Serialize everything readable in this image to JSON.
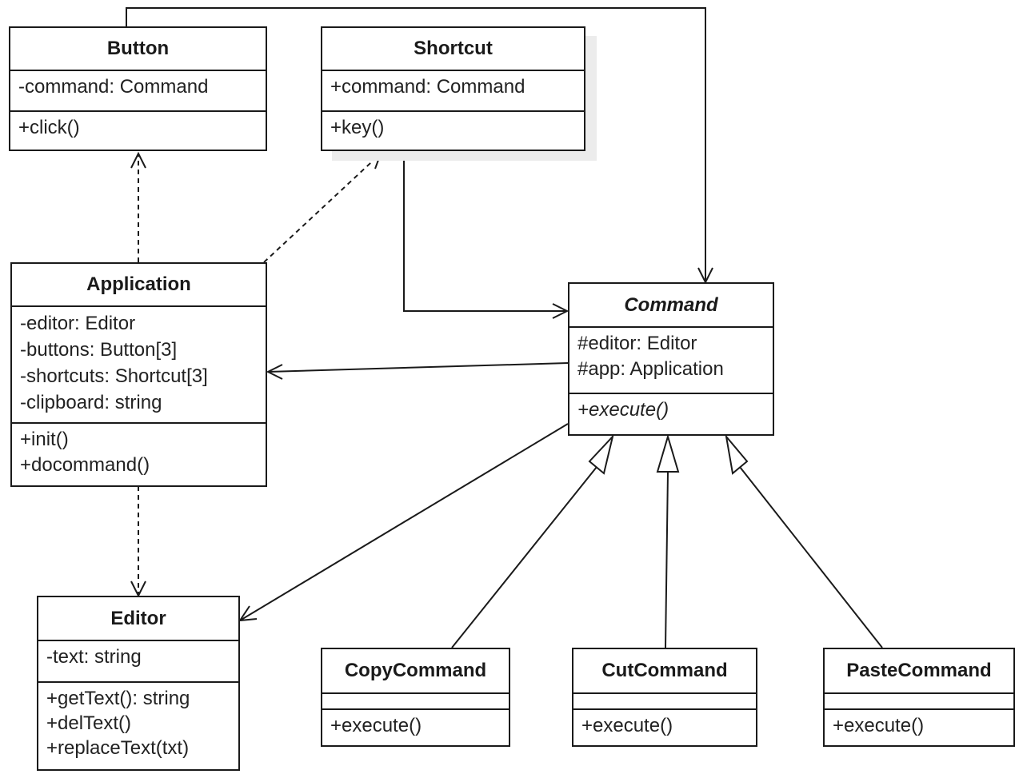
{
  "classes": {
    "button": {
      "name": "Button",
      "attributes": [
        "-command: Command"
      ],
      "methods": [
        "+click()"
      ]
    },
    "shortcut": {
      "name": "Shortcut",
      "attributes": [
        "+command: Command"
      ],
      "methods": [
        "+key()"
      ]
    },
    "application": {
      "name": "Application",
      "attributes": [
        "-editor: Editor",
        "-buttons: Button[3]",
        "-shortcuts: Shortcut[3]",
        "-clipboard: string"
      ],
      "methods": [
        "+init()",
        "+docommand()"
      ]
    },
    "command": {
      "name": "Command",
      "abstract": true,
      "attributes": [
        "#editor: Editor",
        "#app: Application"
      ],
      "methods": [
        "+execute()"
      ]
    },
    "editor": {
      "name": "Editor",
      "attributes": [
        "-text: string"
      ],
      "methods": [
        "+getText(): string",
        "+delText()",
        "+replaceText(txt)"
      ]
    },
    "copy": {
      "name": "CopyCommand",
      "attributes": [],
      "methods": [
        "+execute()"
      ]
    },
    "cut": {
      "name": "CutCommand",
      "attributes": [],
      "methods": [
        "+execute()"
      ]
    },
    "paste": {
      "name": "PasteCommand",
      "attributes": [],
      "methods": [
        "+execute()"
      ]
    }
  },
  "relations": [
    {
      "from": "Application",
      "to": "Button",
      "kind": "dependency"
    },
    {
      "from": "Application",
      "to": "Shortcut",
      "kind": "dependency"
    },
    {
      "from": "Application",
      "to": "Editor",
      "kind": "dependency"
    },
    {
      "from": "Button",
      "to": "Command",
      "kind": "association"
    },
    {
      "from": "Shortcut",
      "to": "Command",
      "kind": "association"
    },
    {
      "from": "Command",
      "to": "Application",
      "kind": "association"
    },
    {
      "from": "Command",
      "to": "Editor",
      "kind": "association"
    },
    {
      "from": "CopyCommand",
      "to": "Command",
      "kind": "generalization"
    },
    {
      "from": "CutCommand",
      "to": "Command",
      "kind": "generalization"
    },
    {
      "from": "PasteCommand",
      "to": "Command",
      "kind": "generalization"
    }
  ],
  "colors": {
    "line": "#1a1a1a",
    "text": "#222222",
    "background": "#ffffff",
    "shadow": "#ececec"
  }
}
